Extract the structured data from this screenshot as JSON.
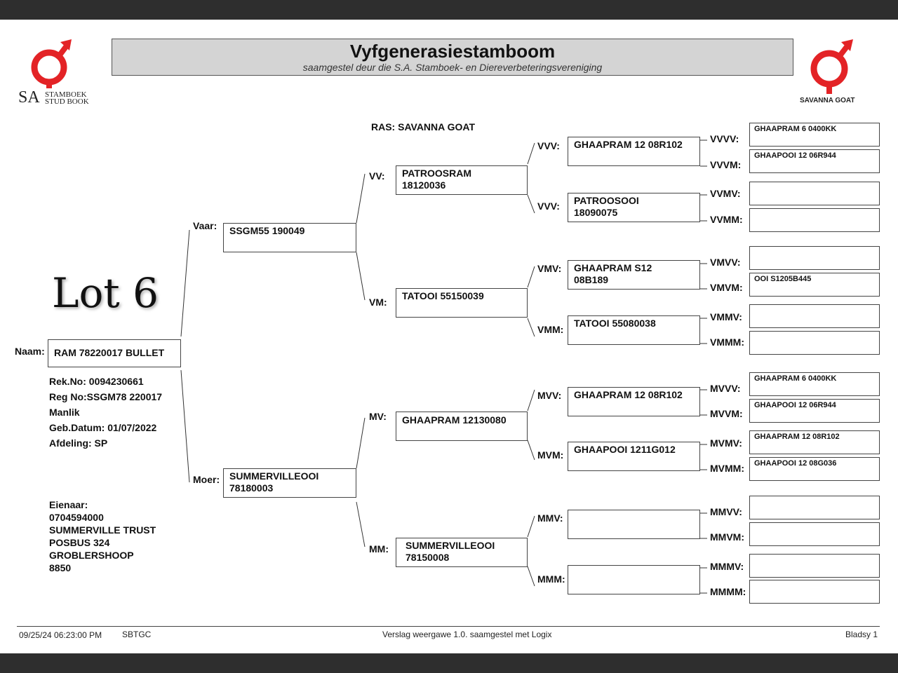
{
  "header": {
    "title": "Vyfgenerasiestamboom",
    "subtitle": "saamgestel deur die S.A. Stamboek- en Diereverbeteringsvereniging"
  },
  "logo_left": {
    "sa": "SA",
    "line1": "STAMBOEK",
    "line2": "STUD BOOK"
  },
  "logo_right": {
    "caption": "SAVANNA GOAT"
  },
  "colors": {
    "logo_red": "#e32326",
    "header_bg": "#d4d4d4"
  },
  "ras": "RAS: SAVANNA GOAT",
  "lot": "Lot 6",
  "animal": {
    "naam_label": "Naam:",
    "name": "RAM 78220017 BULLET",
    "rekno": "Rek.No: 0094230661",
    "regno": "Reg No:SSGM78  220017",
    "sex": "Manlik",
    "birth": "Geb.Datum: 01/07/2022",
    "afdeling": "Afdeling: SP"
  },
  "owner": {
    "label": "Eienaar:",
    "lines": [
      "0704594000",
      "SUMMERVILLE TRUST",
      "POSBUS 324",
      "GROBLERSHOOP",
      "8850"
    ]
  },
  "gen1": {
    "vaar": {
      "label": "Vaar:",
      "line1": "SSGM55  190049",
      "line2": ""
    },
    "moer": {
      "label": "Moer:",
      "line1": "SUMMERVILLEOOI",
      "line2": "78180003"
    }
  },
  "gen2": {
    "vv": {
      "label": "VV:",
      "line1": "PATROOSRAM",
      "line2": "18120036"
    },
    "vm": {
      "label": "VM:",
      "line1": "TATOOI 55150039",
      "line2": ""
    },
    "mv": {
      "label": "MV:",
      "line1": "GHAAPRAM 12130080",
      "line2": ""
    },
    "mm": {
      "label": "MM:",
      "line1": "SUMMERVILLEOOI",
      "line2": "78150008"
    }
  },
  "gen3": {
    "vvv": {
      "label": "VVV:",
      "line1": "GHAAPRAM 12 08R102",
      "line2": ""
    },
    "vvm": {
      "label": "VVV:",
      "line1": "PATROOSOOI",
      "line2": "18090075"
    },
    "vmv": {
      "label": "VMV:",
      "line1": "GHAAPRAM S12",
      "line2": "08B189"
    },
    "vmm": {
      "label": "VMM:",
      "line1": "TATOOI 55080038",
      "line2": ""
    },
    "mvv": {
      "label": "MVV:",
      "line1": "GHAAPRAM 12 08R102",
      "line2": ""
    },
    "mvm": {
      "label": "MVM:",
      "line1": "GHAAPOOI 1211G012",
      "line2": ""
    },
    "mmv": {
      "label": "MMV:",
      "line1": "",
      "line2": ""
    },
    "mmm": {
      "label": "MMM:",
      "line1": "",
      "line2": ""
    }
  },
  "gen4": [
    {
      "label": "VVVV:",
      "value": "GHAAPRAM 6   0400KK"
    },
    {
      "label": "VVVM:",
      "value": "GHAAPOOI 12 06R944"
    },
    {
      "label": "VVMV:",
      "value": ""
    },
    {
      "label": "VVMM:",
      "value": ""
    },
    {
      "label": "VMVV:",
      "value": ""
    },
    {
      "label": "VMVM:",
      "value": "OOI S1205B445"
    },
    {
      "label": "VMMV:",
      "value": ""
    },
    {
      "label": "VMMM:",
      "value": ""
    },
    {
      "label": "MVVV:",
      "value": "GHAAPRAM 6   0400KK"
    },
    {
      "label": "MVVM:",
      "value": "GHAAPOOI 12 06R944"
    },
    {
      "label": "MVMV:",
      "value": "GHAAPRAM 12 08R102"
    },
    {
      "label": "MVMM:",
      "value": "GHAAPOOI 12 08G036"
    },
    {
      "label": "MMVV:",
      "value": ""
    },
    {
      "label": "MMVM:",
      "value": ""
    },
    {
      "label": "MMMV:",
      "value": ""
    },
    {
      "label": "MMMM:",
      "value": ""
    }
  ],
  "footer": {
    "datetime": "09/25/24 06:23:00 PM",
    "code": "SBTGC",
    "version": "Verslag weergawe 1.0. saamgestel met Logix",
    "page": "Bladsy 1"
  }
}
